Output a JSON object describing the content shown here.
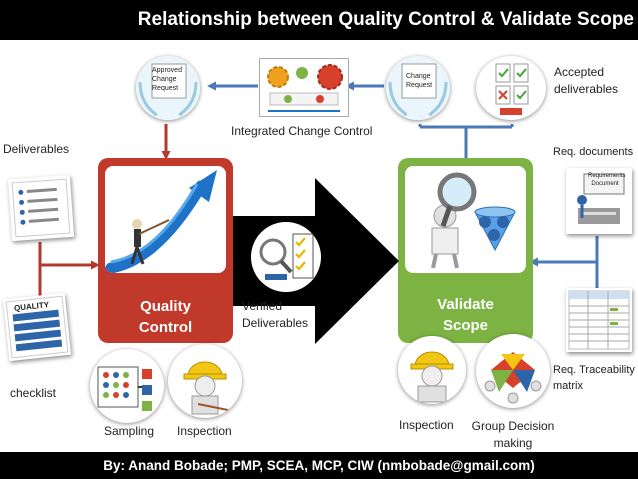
{
  "header": {
    "title": "Relationship between Quality Control & Validate Scope"
  },
  "footer": {
    "credit": "By: Anand Bobade; PMP, SCEA, MCP, CIW (nmbobade@gmail.com)"
  },
  "quality_control": {
    "title_line1": "Quality",
    "title_line2": "Control",
    "color": "#c0392b"
  },
  "validate_scope": {
    "title_line1": "Validate",
    "title_line2": "Scope",
    "color": "#7cb342"
  },
  "center": {
    "verified_line1": "Verified",
    "verified_line2": "Deliverables",
    "integrated_change_control": "Integrated Change Control"
  },
  "left_inputs": {
    "deliverables": "Deliverables",
    "checklist": "checklist"
  },
  "qc_tools": {
    "sampling": "Sampling",
    "inspection": "Inspection"
  },
  "vs_tools": {
    "inspection": "Inspection",
    "group_line1": "Group Decision",
    "group_line2": "making"
  },
  "right_inputs": {
    "accepted_line1": "Accepted",
    "accepted_line2": "deliverables",
    "req_documents": "Req. documents",
    "rtm_line1": "Req. Traceability",
    "rtm_line2": "matrix"
  },
  "image_text": {
    "approved_1": "Approved",
    "approved_2": "Change",
    "approved_3": "Request",
    "change_1": "Change",
    "change_2": "Request",
    "req_doc": "Requirements Document",
    "quality": "QUALITY"
  },
  "colors": {
    "connector_red": "#b03a2e",
    "connector_blue": "#4a78b8",
    "gear_red": "#d7402b",
    "gear_green": "#7cb342"
  }
}
